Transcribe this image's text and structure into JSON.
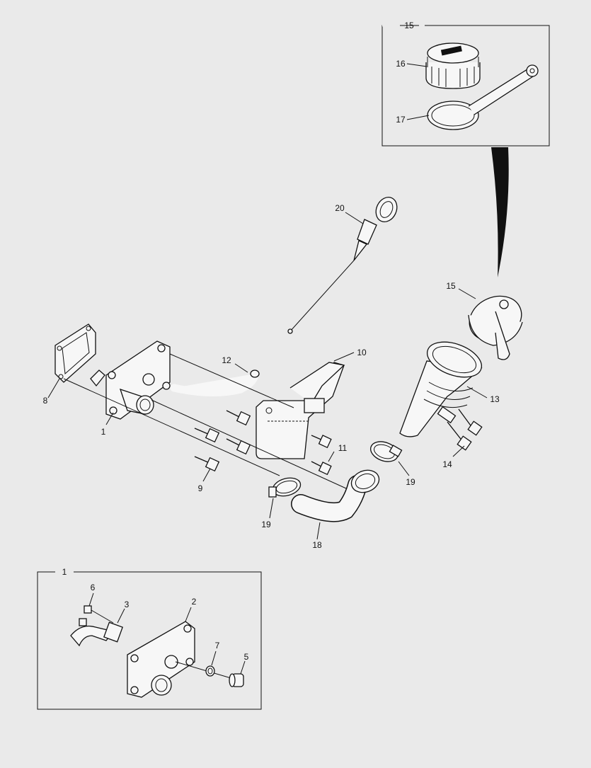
{
  "callouts": {
    "inset_top_header": "15",
    "c16": "16",
    "c17": "17",
    "c20": "20",
    "c15_main": "15",
    "c10": "10",
    "c12": "12",
    "c13": "13",
    "c8": "8",
    "c1_main": "1",
    "c9": "9",
    "c11": "11",
    "c14": "14",
    "c19_left": "19",
    "c19_right": "19",
    "c18": "18",
    "inset_bottom_header": "1",
    "c6": "6",
    "c3": "3",
    "c2": "2",
    "c7": "7",
    "c5": "5"
  },
  "colors": {
    "background": "#eaeaea",
    "line": "#111111",
    "part_fill": "#f7f7f7"
  }
}
